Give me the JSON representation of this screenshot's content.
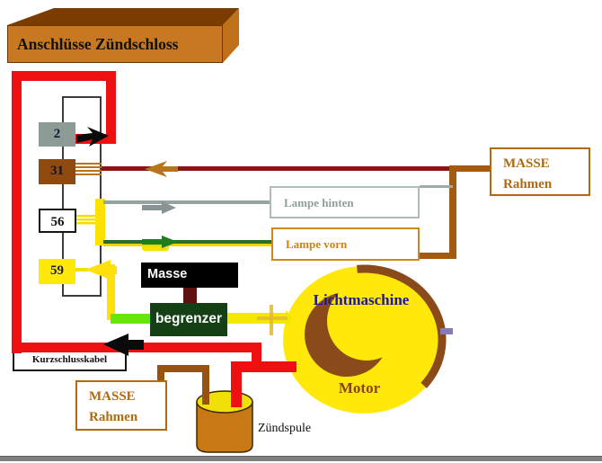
{
  "diagram": {
    "title": "Anschlüsse Zündschloss",
    "terminals": {
      "t2": "2",
      "t31": "31",
      "t56": "56",
      "t59": "59"
    },
    "labels": {
      "masse_rahmen_top_line1": "MASSE",
      "masse_rahmen_top_line2": "Rahmen",
      "lampe_hinten": "Lampe hinten",
      "lampe_vorn": "Lampe vorn",
      "masse": "Masse",
      "begrenzer": "begrenzer",
      "kurzschlusskabel": "Kurzschlusskabel",
      "masse_rahmen_bottom_line1": "MASSE",
      "masse_rahmen_bottom_line2": "Rahmen",
      "lichtmaschine": "Lichtmaschine",
      "motor": "Motor",
      "zuendspule": "Zündspule"
    },
    "colors": {
      "wire_red": "#EE1010",
      "wire_maroon": "#8B1414",
      "wire_brown": "#A35B12",
      "wire_brown_dark": "#96530F",
      "wire_gray": "#94A49E",
      "wire_green": "#2B6B2B",
      "wire_lime": "#66E60A",
      "wire_yellow": "#FFE00A",
      "machine_yellow": "#FFE80A",
      "crescent_brown": "#8B4A1A",
      "title_orange": "#C87820"
    }
  }
}
